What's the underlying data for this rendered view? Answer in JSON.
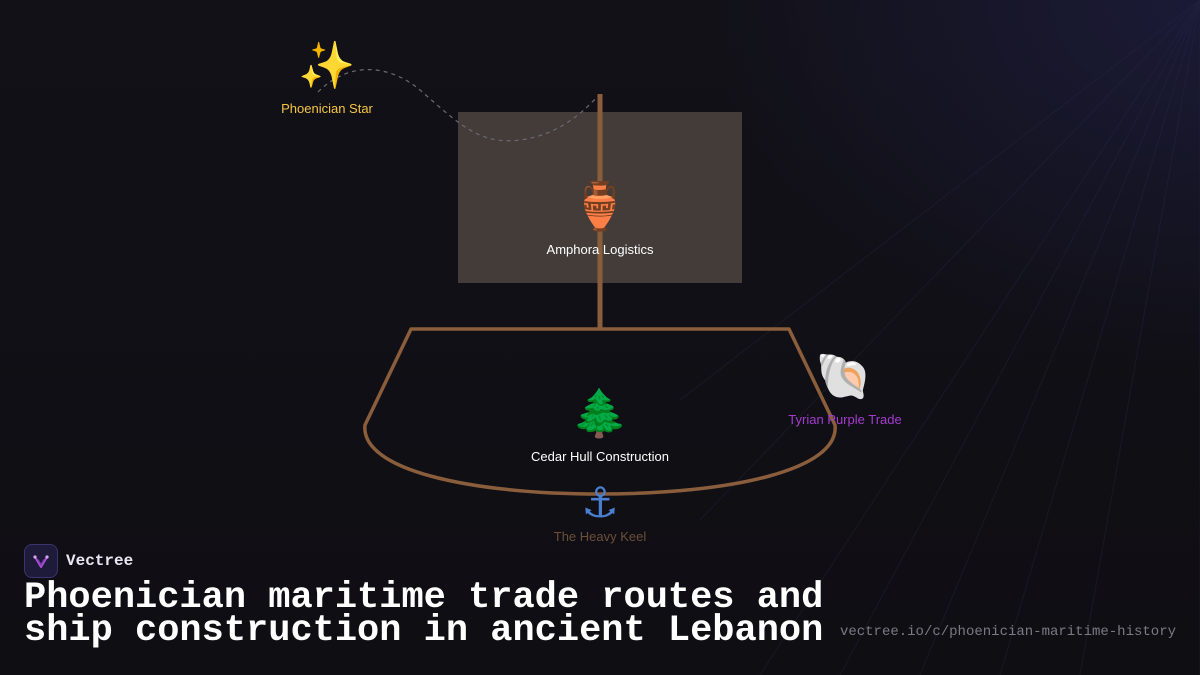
{
  "nodes": {
    "star": {
      "emoji": "✨",
      "label": "Phoenician Star",
      "icon": "sparkles-icon",
      "color": "#f5c542"
    },
    "amphora": {
      "emoji": "🏺",
      "label": "Amphora Logistics",
      "icon": "amphora-icon",
      "color": "#ffffff"
    },
    "cedar": {
      "emoji": "🌲",
      "label": "Cedar Hull Construction",
      "icon": "evergreen-tree-icon",
      "color": "#ffffff"
    },
    "purple": {
      "emoji": "🐚",
      "label": "Tyrian Purple Trade",
      "icon": "spiral-shell-icon",
      "color": "#a43ccf"
    },
    "keel": {
      "emoji": "⚓",
      "label": "The Heavy Keel",
      "icon": "anchor-icon",
      "color": "#6b4e3a"
    }
  },
  "colors": {
    "hull": "#8a5e3c",
    "cargo_box": "#4e443f",
    "background": "#111016"
  },
  "brand": {
    "name": "Vectree",
    "logo_icon": "vectree-logo-icon"
  },
  "headline": "Phoenician maritime trade routes and ship construction in ancient Lebanon",
  "url": "vectree.io/c/phoenician-maritime-history"
}
